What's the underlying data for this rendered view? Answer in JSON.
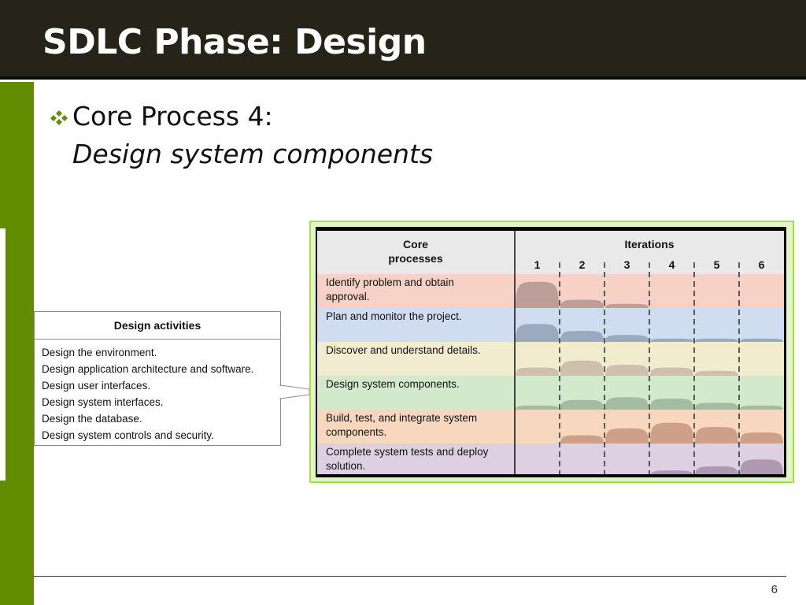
{
  "slide": {
    "title": "SDLC Phase: Design",
    "bullet_title": "Core Process 4:",
    "bullet_subtitle": "Design system components",
    "page_number": "6"
  },
  "activities": {
    "header": "Design activities",
    "items": [
      "Design the environment.",
      "Design application architecture and software.",
      "Design user interfaces.",
      "Design system interfaces.",
      "Design the database.",
      "Design system controls and security."
    ]
  },
  "iteration_table": {
    "header_core": [
      "Core",
      "processes"
    ],
    "header_iterations": "Iterations",
    "iterations": [
      "1",
      "2",
      "3",
      "4",
      "5",
      "6"
    ],
    "rows": [
      {
        "lines": [
          "Identify problem and obtain",
          "approval."
        ],
        "color": "#f7d0c6",
        "mound_color": "#b39690",
        "effort": [
          0.95,
          0.3,
          0.15,
          0,
          0,
          0
        ]
      },
      {
        "lines": [
          "Plan and monitor the project."
        ],
        "color": "#d0dcf0",
        "mound_color": "#93a0b8",
        "effort": [
          0.65,
          0.4,
          0.25,
          0.12,
          0.12,
          0.12
        ]
      },
      {
        "lines": [
          "Discover and understand details."
        ],
        "color": "#f1ebcf",
        "mound_color": "#c8b9a6",
        "effort": [
          0.3,
          0.55,
          0.4,
          0.3,
          0.18,
          0
        ]
      },
      {
        "lines": [
          "Design system components."
        ],
        "color": "#d3e9cb",
        "mound_color": "#9ab49b",
        "effort": [
          0.15,
          0.35,
          0.45,
          0.4,
          0.25,
          0.15
        ]
      },
      {
        "lines": [
          "Build, test, and integrate system",
          "components."
        ],
        "color": "#f8d7bf",
        "mound_color": "#c8977f",
        "effort": [
          0,
          0.3,
          0.55,
          0.75,
          0.6,
          0.4
        ]
      },
      {
        "lines": [
          "Complete system tests and deploy",
          "solution."
        ],
        "color": "#ddd0e3",
        "mound_color": "#a68fa8",
        "effort": [
          0,
          0,
          0.1,
          0.25,
          0.4,
          0.65
        ]
      }
    ]
  },
  "colors": {
    "title_bar": "#262419",
    "accent_green": "#628c00",
    "table_frame": "#9fe53a"
  },
  "icons": {
    "bullet": "four-diamond-bullet-icon"
  }
}
